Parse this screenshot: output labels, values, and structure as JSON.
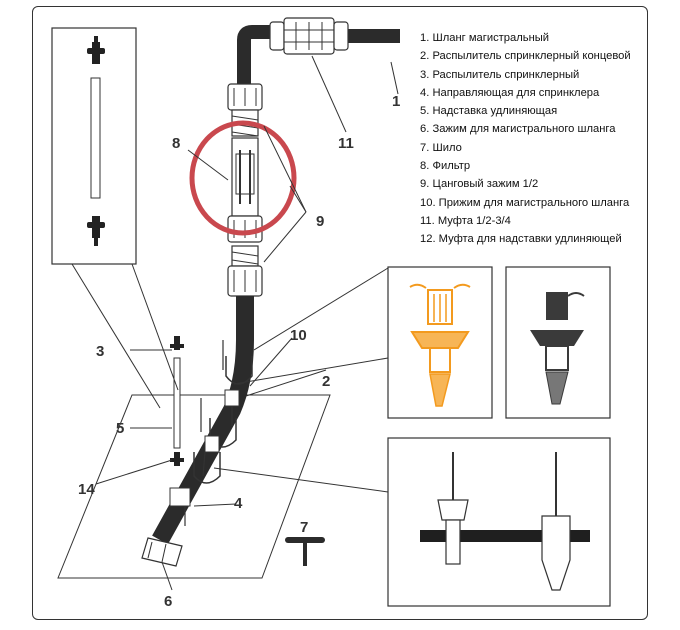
{
  "legend": [
    {
      "num": "1.",
      "text": "Шланг магистральный"
    },
    {
      "num": "2.",
      "text": "Распылитель спринклерный концевой"
    },
    {
      "num": "3.",
      "text": "Распылитель спринклерный"
    },
    {
      "num": "4.",
      "text": "Направляющая для спринклера"
    },
    {
      "num": "5.",
      "text": "Надставка удлиняющая"
    },
    {
      "num": "6.",
      "text": "Зажим для магистрального шланга"
    },
    {
      "num": "7.",
      "text": "Шило"
    },
    {
      "num": "8.",
      "text": "Фильтр"
    },
    {
      "num": "9.",
      "text": "Цанговый зажим 1/2"
    },
    {
      "num": "10.",
      "text": "Прижим для магистрального шланга"
    },
    {
      "num": "11.",
      "text": "Муфта 1/2-3/4"
    },
    {
      "num": "12.",
      "text": "Муфта для надставки удлиняющей"
    }
  ],
  "callouts": {
    "c1": "1",
    "c2": "2",
    "c3": "3",
    "c4": "4",
    "c5": "5",
    "c6": "6",
    "c7": "7",
    "c8": "8",
    "c9": "9",
    "c10": "10",
    "c11": "11",
    "c14": "14"
  },
  "colors": {
    "hose": "#2b2b2b",
    "sprinkler_orange": "#f39a1e",
    "sprinkler_dark": "#3a3a3a",
    "filter_ring": "#c9484e",
    "outline": "#333333"
  }
}
